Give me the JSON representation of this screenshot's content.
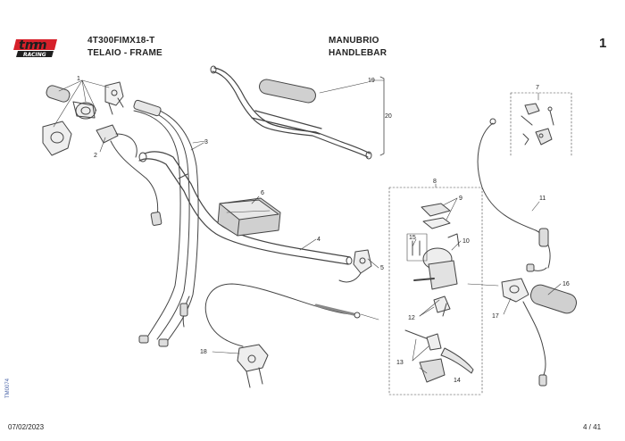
{
  "header": {
    "model_code": "4T300FIMX18-T",
    "group_it": "TELAIO - FRAME",
    "title_it": "MANUBRIO",
    "title_en": "HANDLEBAR",
    "page_number": "1"
  },
  "logo": {
    "brand": "tm",
    "tagline": "RACING",
    "red": "#d6202a",
    "dark": "#1f1f1f"
  },
  "diagram": {
    "callouts": [
      "1",
      "2",
      "3",
      "4",
      "5",
      "6",
      "7",
      "8",
      "9",
      "10",
      "11",
      "12",
      "13",
      "14",
      "15",
      "16",
      "17",
      "18",
      "19",
      "20"
    ]
  },
  "side_code": "TM0074",
  "footer": {
    "date": "07/02/2023",
    "page": "4 / 41"
  }
}
